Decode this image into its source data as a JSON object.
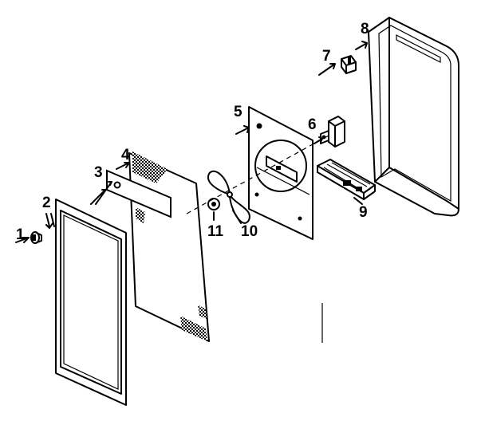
{
  "callouts": [
    {
      "part": "screw",
      "label": "1"
    },
    {
      "part": "door-gasket",
      "label": "2"
    },
    {
      "part": "insulation-label",
      "label": "3"
    },
    {
      "part": "screen-panel",
      "label": "4"
    },
    {
      "part": "fan-mount-plate",
      "label": "5"
    },
    {
      "part": "fan-motor",
      "label": "6"
    },
    {
      "part": "knob",
      "label": "7"
    },
    {
      "part": "housing",
      "label": "8"
    },
    {
      "part": "switch-bracket",
      "label": "9"
    },
    {
      "part": "fan-blade",
      "label": "10"
    },
    {
      "part": "hub",
      "label": "11"
    }
  ]
}
